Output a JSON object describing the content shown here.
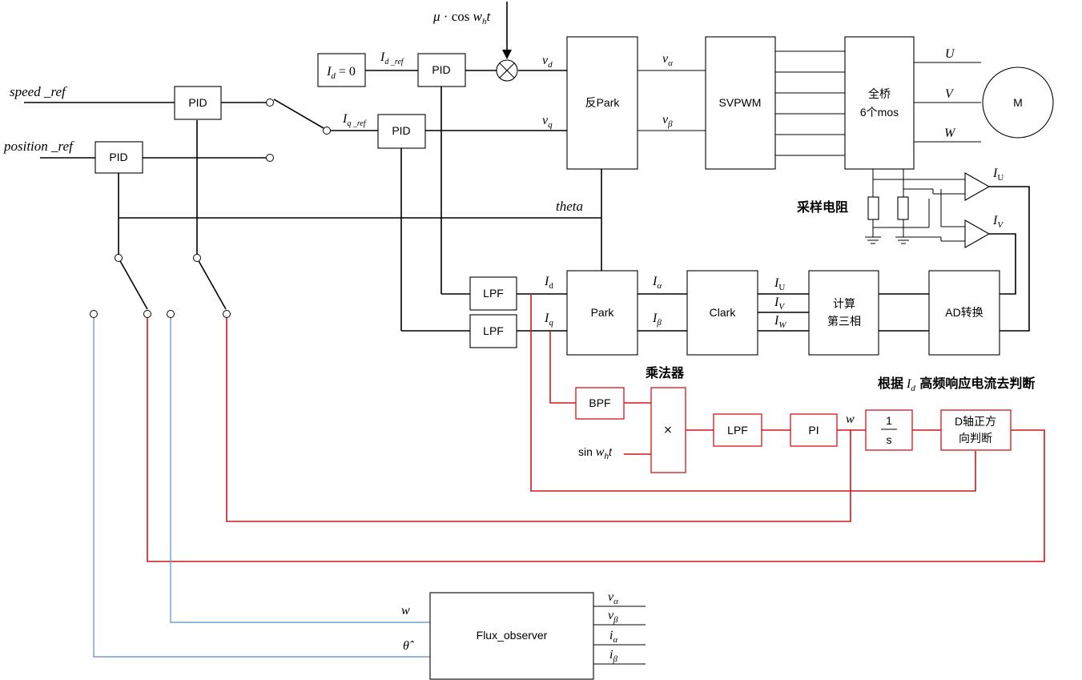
{
  "inputs": {
    "speed_ref": "speed _ref",
    "position_ref": "position _ref",
    "injection": "μ · cos w_h t",
    "id_zero": "I_d = 0",
    "id_ref": "I_d _ref",
    "iq_ref": "I_q _ref",
    "theta": "theta",
    "sin_input": "sin w_h t"
  },
  "blocks": {
    "pid_speed": "PID",
    "pid_position": "PID",
    "pid_d": "PID",
    "pid_q": "PID",
    "inv_park": "反Park",
    "svpwm": "SVPWM",
    "bridge_line1": "全桥",
    "bridge_line2": "6个mos",
    "motor": "M",
    "lpf_d": "LPF",
    "lpf_q": "LPF",
    "park": "Park",
    "clark": "Clark",
    "third_line1": "计算",
    "third_line2": "第三相",
    "ad": "AD转换",
    "bpf": "BPF",
    "multiplier": "×",
    "lpf2": "LPF",
    "pi": "PI",
    "integ_num": "1",
    "integ_den": "s",
    "dcheck_line1": "D轴正方",
    "dcheck_line2": "向判断",
    "flux": "Flux_observer"
  },
  "signals": {
    "vd": "v_d",
    "vq": "v_q",
    "valpha": "v_α",
    "vbeta": "v_β",
    "U": "U",
    "V": "V",
    "W": "W",
    "IU_amp": "I_U",
    "IV_amp": "I_V",
    "Id": "I_d",
    "Iq": "I_q",
    "Ialpha": "I_α",
    "Ibeta": "I_β",
    "IU": "I_U",
    "IV": "I_V",
    "IW": "I_W",
    "w_pi": "w",
    "w_flux": "w",
    "theta_hat": "θ̂",
    "flux_out1": "v_α",
    "flux_out2": "v_β",
    "flux_out3": "i_α",
    "flux_out4": "i_β"
  },
  "annotations": {
    "sampling_resistor": "采样电阻",
    "multiplier_title": "乘法器",
    "judge_prefix": "根据",
    "judge_var": "I_d",
    "judge_suffix": "高频响应电流去判断"
  },
  "colors": {
    "wire": "#000000",
    "hfi_path": "#d0161a",
    "observer_path": "#6f9fcf"
  }
}
